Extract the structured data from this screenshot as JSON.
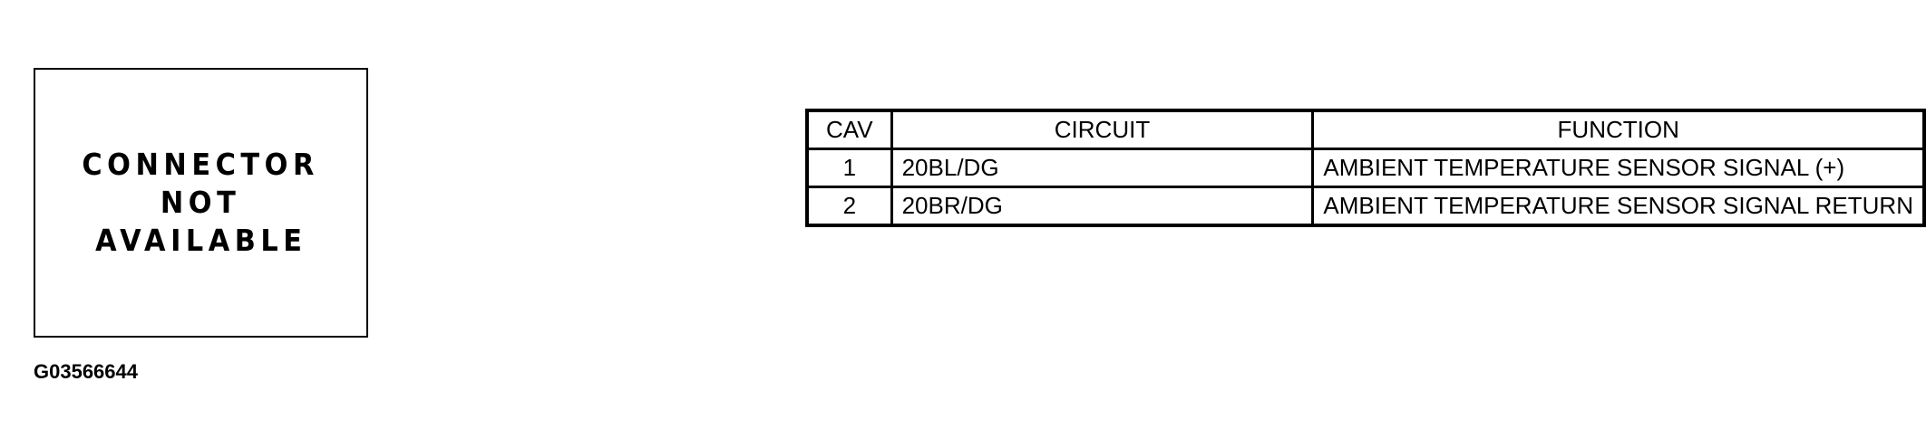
{
  "connector": {
    "lines": [
      "CONNECTOR",
      "NOT",
      "AVAILABLE"
    ]
  },
  "figure_id": "G03566644",
  "pin_table": {
    "headers": {
      "cav": "CAV",
      "circuit": "CIRCUIT",
      "function": "FUNCTION"
    },
    "rows": [
      {
        "cav": "1",
        "circuit": "20BL/DG",
        "function": "AMBIENT TEMPERATURE SENSOR SIGNAL (+)"
      },
      {
        "cav": "2",
        "circuit": "20BR/DG",
        "function": "AMBIENT TEMPERATURE SENSOR SIGNAL RETURN"
      }
    ]
  }
}
